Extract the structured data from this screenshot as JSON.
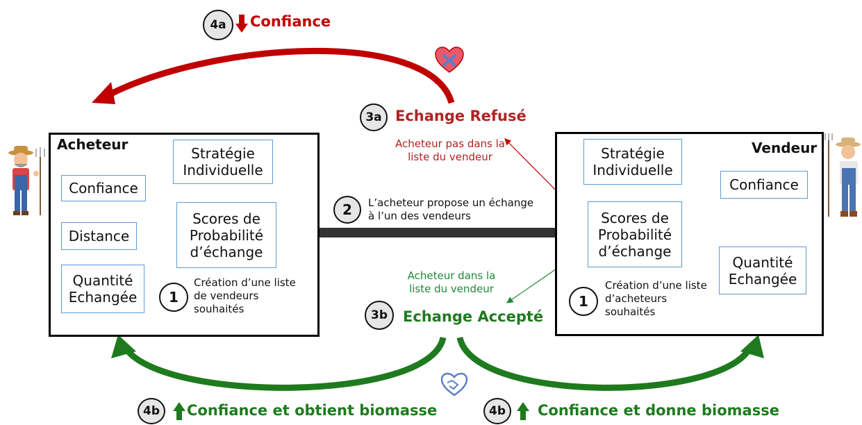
{
  "acheteur": {
    "title": "Acheteur",
    "strategie": "Stratégie Individuelle",
    "confiance": "Confiance",
    "distance": "Distance",
    "quantite": "Quantité Echangée",
    "scores": "Scores de Probabilité d’échange",
    "step_num": "1",
    "step_text": "Création d’une liste de vendeurs souhaités"
  },
  "vendeur": {
    "title": "Vendeur",
    "strategie": "Stratégie Individuelle",
    "confiance": "Confiance",
    "quantite": "Quantité Echangée",
    "scores": "Scores de Probabilité d’échange",
    "step_num": "1",
    "step_text": "Création d’une liste d’acheteurs souhaités"
  },
  "step2": {
    "num": "2",
    "text": "L’acheteur propose un échange à l’un des vendeurs"
  },
  "step3a": {
    "num": "3a",
    "label": "Echange Refusé",
    "condition": "Acheteur pas dans la liste du vendeur"
  },
  "step3b": {
    "num": "3b",
    "label": "Echange Accepté",
    "condition": "Acheteur dans la liste du vendeur"
  },
  "step4a": {
    "num": "4a",
    "label": "Confiance"
  },
  "step4b_left": {
    "num": "4b",
    "label": "Confiance et obtient biomasse"
  },
  "step4b_right": {
    "num": "4b",
    "label": "Confiance et donne biomasse"
  },
  "colors": {
    "red": "#c00000",
    "green": "#1f7a1f",
    "box_border": "#5b9bd5",
    "arrow_dark": "#333333"
  }
}
